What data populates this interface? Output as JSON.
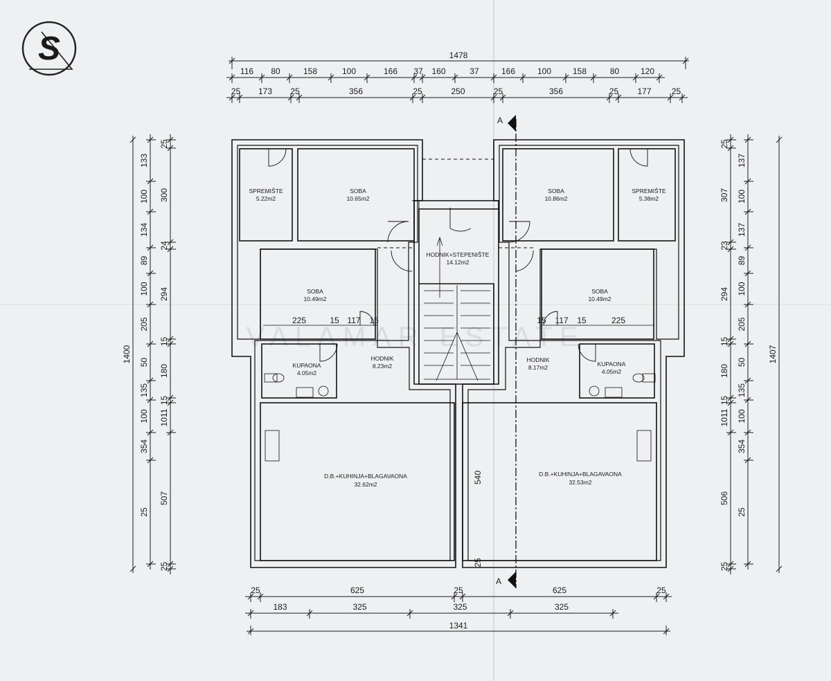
{
  "logo": {
    "letter": "S"
  },
  "section_marker": "A",
  "watermark": "VALAMAR ESTATE",
  "rooms": [
    {
      "id": "spremiste-l",
      "name": "SPREMIŠTE",
      "area": "5.22m2"
    },
    {
      "id": "soba-l1",
      "name": "SOBA",
      "area": "10.65m2"
    },
    {
      "id": "hodnik-stair",
      "name": "HODNIK+STEPENIŠTE",
      "area": "14.12m2"
    },
    {
      "id": "soba-r1",
      "name": "SOBA",
      "area": "10.86m2"
    },
    {
      "id": "spremiste-r",
      "name": "SPREMIŠTE",
      "area": "5.38m2"
    },
    {
      "id": "soba-l2",
      "name": "SOBA",
      "area": "10.49m2"
    },
    {
      "id": "soba-r2",
      "name": "SOBA",
      "area": "10.49m2"
    },
    {
      "id": "hodnik-l",
      "name": "HODNIK",
      "area": "8.23m2"
    },
    {
      "id": "hodnik-r",
      "name": "HODNIK",
      "area": "8.17m2"
    },
    {
      "id": "kupaona-l",
      "name": "KUPAONA",
      "area": "4.05m2"
    },
    {
      "id": "kupaona-r",
      "name": "KUPAONA",
      "area": "4.05m2"
    },
    {
      "id": "living-l",
      "name": "D.B.+KUHINJA+BLAGAVAONA",
      "area": "32.62m2"
    },
    {
      "id": "living-r",
      "name": "D.B.+KUHINJA+BLAGAVAONA",
      "area": "32.53m2"
    }
  ],
  "dimensions": {
    "top_total": "1478",
    "top_row1": [
      "116",
      "80",
      "158",
      "100",
      "166",
      "37",
      "160",
      "37",
      "166",
      "100",
      "158",
      "80",
      "120"
    ],
    "top_row2": [
      "25",
      "173",
      "25",
      "356",
      "25",
      "250",
      "25",
      "356",
      "25",
      "177",
      "25"
    ],
    "bottom_row1": [
      "25",
      "625",
      "25",
      "625",
      "25"
    ],
    "bottom_row2": [
      "183",
      "325",
      "325",
      "325"
    ],
    "bottom_total": "1341",
    "left_total": "1400",
    "left_col1": [
      "133",
      "100",
      "134",
      "89",
      "100",
      "205",
      "50",
      "135",
      "100",
      "354",
      "25"
    ],
    "left_col2": [
      "25",
      "300",
      "24",
      "294",
      "15",
      "180",
      "15",
      "1011",
      "507",
      "25"
    ],
    "right_total": "1407",
    "right_col1": [
      "25",
      "307",
      "23",
      "294",
      "15",
      "180",
      "15",
      "1011",
      "506",
      "25"
    ],
    "right_col2": [
      "137",
      "100",
      "137",
      "89",
      "100",
      "205",
      "50",
      "135",
      "100",
      "354",
      "25"
    ],
    "inner_left": [
      "225",
      "15",
      "117",
      "15"
    ],
    "inner_right": [
      "15",
      "117",
      "15",
      "225"
    ],
    "stair_height": "540",
    "stair_bottom": "25"
  }
}
